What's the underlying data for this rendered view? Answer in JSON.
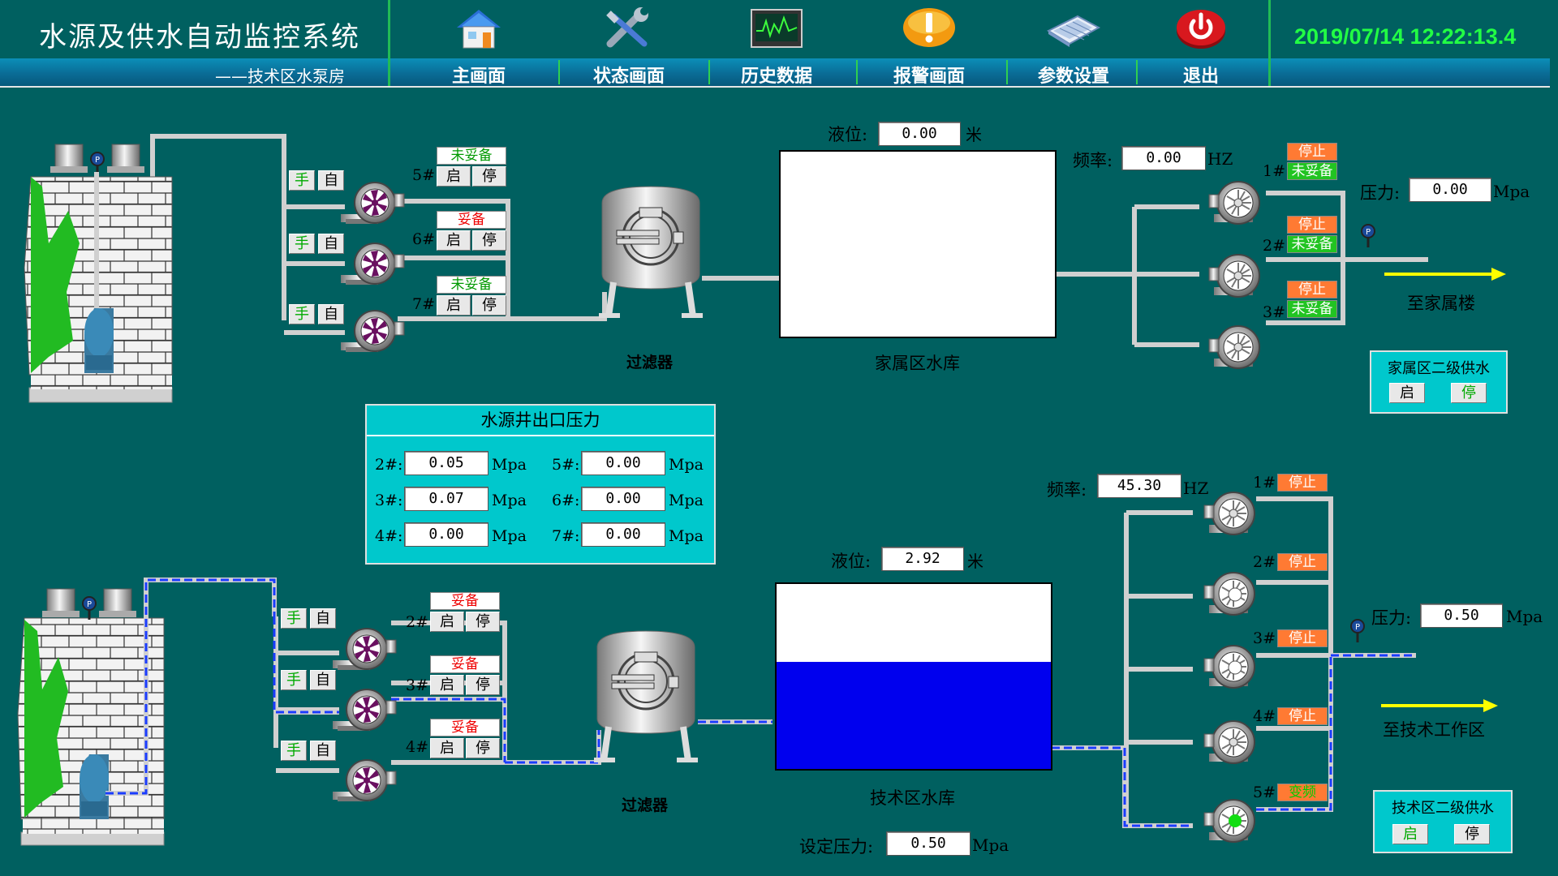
{
  "header": {
    "title": "水源及供水自动监控系统",
    "subtitle": "——技术区水泵房",
    "clock": "2019/07/14 12:22:13.4",
    "nav": [
      {
        "label": "主画面",
        "icon": "home-icon"
      },
      {
        "label": "状态画面",
        "icon": "wrench-icon"
      },
      {
        "label": "历史数据",
        "icon": "chart-monitor-icon"
      },
      {
        "label": "报警画面",
        "icon": "alarm-icon"
      },
      {
        "label": "参数设置",
        "icon": "keyboard-icon"
      },
      {
        "label": "退出",
        "icon": "power-icon"
      }
    ]
  },
  "common": {
    "manual": "手",
    "auto": "自",
    "start": "启",
    "stop": "停",
    "filter_label": "过滤器"
  },
  "top": {
    "source_pumps": [
      {
        "id": "5#",
        "status": "未妥备",
        "status_color": "green"
      },
      {
        "id": "6#",
        "status": "妥备",
        "status_color": "red"
      },
      {
        "id": "7#",
        "status": "未妥备",
        "status_color": "green"
      }
    ],
    "level_label": "液位:",
    "level_value": "0.00",
    "level_unit": "米",
    "tank_name": "家属区水库",
    "tank_fill": 0,
    "freq_label": "频率:",
    "freq_value": "0.00",
    "freq_unit": "HZ",
    "pressure_label": "压力:",
    "pressure_value": "0.00",
    "pressure_unit": "Mpa",
    "out_pumps": [
      {
        "id": "1#",
        "status1": "停止",
        "status2": "未妥备"
      },
      {
        "id": "2#",
        "status1": "停止",
        "status2": "未妥备"
      },
      {
        "id": "3#",
        "status1": "停止",
        "status2": "未妥备"
      }
    ],
    "destination": "至家属楼",
    "secondary_title": "家属区二级供水"
  },
  "wells": {
    "title": "水源井出口压力",
    "unit": "Mpa",
    "left": [
      {
        "id": "2#:",
        "value": "0.05"
      },
      {
        "id": "3#:",
        "value": "0.07"
      },
      {
        "id": "4#:",
        "value": "0.00"
      }
    ],
    "right": [
      {
        "id": "5#:",
        "value": "0.00"
      },
      {
        "id": "6#:",
        "value": "0.00"
      },
      {
        "id": "7#:",
        "value": "0.00"
      }
    ]
  },
  "bottom": {
    "source_pumps": [
      {
        "id": "2#",
        "status": "妥备"
      },
      {
        "id": "3#",
        "status": "妥备"
      },
      {
        "id": "4#",
        "status": "妥备"
      }
    ],
    "level_label": "液位:",
    "level_value": "2.92",
    "level_unit": "米",
    "tank_name": "技术区水库",
    "tank_fill": 0.58,
    "setpressure_label": "设定压力:",
    "setpressure_value": "0.50",
    "setpressure_unit": "Mpa",
    "freq_label": "频率:",
    "freq_value": "45.30",
    "freq_unit": "HZ",
    "pressure_label": "压力:",
    "pressure_value": "0.50",
    "pressure_unit": "Mpa",
    "out_pumps": [
      {
        "id": "1#",
        "status": "停止"
      },
      {
        "id": "2#",
        "status": "停止"
      },
      {
        "id": "3#",
        "status": "停止"
      },
      {
        "id": "4#",
        "status": "停止"
      },
      {
        "id": "5#",
        "status": "变频"
      }
    ],
    "destination": "至技术工作区",
    "secondary_title": "技术区二级供水"
  },
  "colors": {
    "background": "#006060",
    "clock": "#22ff44",
    "water": "#0000ee",
    "flow": "#1a3cff",
    "pipe": "#d0d0d0"
  }
}
